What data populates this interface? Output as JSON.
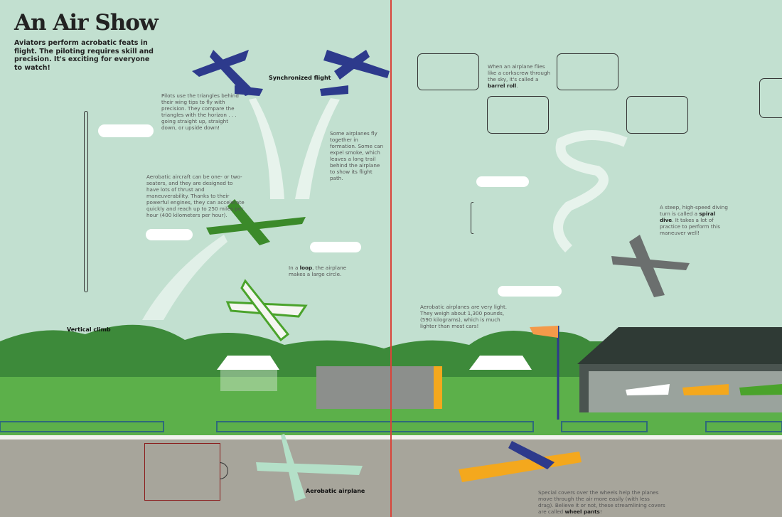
{
  "title": "An Air Show",
  "intro": "Aviators perform acrobatic feats in flight. The piloting requires skill and precision. It's exciting for everyone to watch!",
  "labels": {
    "synchronized_flight": "Synchronized flight",
    "vertical_climb": "Vertical climb",
    "aerobatic_airplane": "Aerobatic airplane"
  },
  "captions": {
    "triangles": "Pilots use the triangles behind their wing tips to fly with precision. They compare the triangles with the horizon . . . going straight up, straight down, or upside down!",
    "formation": "Some airplanes fly together in formation. Some can expel smoke, which leaves a long trail behind the airplane to show its flight path.",
    "seaters": "Aerobatic aircraft can be one- or two-seaters, and they are designed to have lots of thrust and maneuverability. Thanks to their powerful engines, they can accelerate quickly and reach up to 250 miles per hour (400 kilometers per hour).",
    "loop_pre": "In a ",
    "loop_bold": "loop",
    "loop_post": ", the airplane makes a large circle.",
    "light": "Aerobatic airplanes are very light. They weigh about 1,300 pounds, (590 kilograms), which is much lighter than most cars!",
    "barrel_pre": "When an airplane flies like a corkscrew through the sky, it's called a ",
    "barrel_bold": "barrel roll",
    "barrel_post": ".",
    "spiral_pre": "A steep, high-speed diving turn is called a ",
    "spiral_bold": "spiral dive",
    "spiral_post": ". It takes a lot of practice to perform this maneuver well!",
    "wheel_pre": "Special covers over the wheels help the planes move through the air more easily (with less drag). Believe it or not, these streamlining covers are called ",
    "wheel_bold": "wheel pants",
    "wheel_post": "!"
  },
  "colors": {
    "sky": "#c2e0d0",
    "grass": "#5cb04a",
    "hills": "#3d8a3a",
    "runway": "#a7a59b",
    "spine": "#d9443a",
    "blue_plane": "#2d3a8c",
    "yellow": "#f4a81d"
  }
}
